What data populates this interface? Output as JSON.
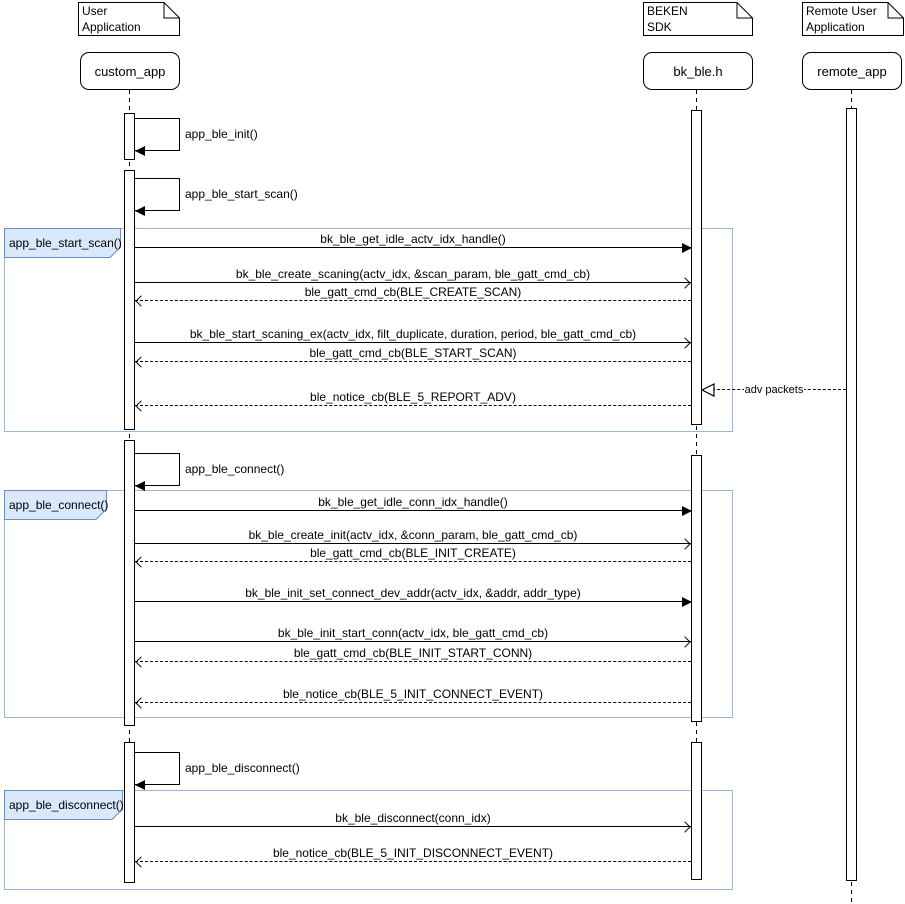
{
  "participants": {
    "custom": {
      "note1": "User",
      "note2": "Application",
      "box": "custom_app"
    },
    "bk": {
      "note1": "BEKEN",
      "note2": "SDK",
      "box": "bk_ble.h"
    },
    "remote": {
      "note1": "Remote User",
      "note2": "Application",
      "box": "remote_app"
    }
  },
  "frames": {
    "scan": "app_ble_start_scan()",
    "connect": "app_ble_connect()",
    "disconnect": "app_ble_disconnect()"
  },
  "messages": {
    "init_self": "app_ble_init()",
    "start_scan_self": "app_ble_start_scan()",
    "get_idle_actv": "bk_ble_get_idle_actv_idx_handle()",
    "create_scaning": "bk_ble_create_scaning(actv_idx, &scan_param, ble_gatt_cmd_cb)",
    "cb_create_scan": "ble_gatt_cmd_cb(BLE_CREATE_SCAN)",
    "start_scaning_ex": "bk_ble_start_scaning_ex(actv_idx, filt_duplicate, duration, period, ble_gatt_cmd_cb)",
    "cb_start_scan": "ble_gatt_cmd_cb(BLE_START_SCAN)",
    "adv_packets": "adv packets",
    "notice_report_adv": "ble_notice_cb(BLE_5_REPORT_ADV)",
    "connect_self": "app_ble_connect()",
    "get_idle_conn": "bk_ble_get_idle_conn_idx_handle()",
    "create_init": "bk_ble_create_init(actv_idx, &conn_param, ble_gatt_cmd_cb)",
    "cb_init_create": "ble_gatt_cmd_cb(BLE_INIT_CREATE)",
    "set_connect_dev_addr": "bk_ble_init_set_connect_dev_addr(actv_idx, &addr, addr_type)",
    "init_start_conn": "bk_ble_init_start_conn(actv_idx, ble_gatt_cmd_cb)",
    "cb_init_start_conn": "ble_gatt_cmd_cb(BLE_INIT_START_CONN)",
    "notice_connect_event": "ble_notice_cb(BLE_5_INIT_CONNECT_EVENT)",
    "disconnect_self": "app_ble_disconnect()",
    "bk_disconnect": "bk_ble_disconnect(conn_idx)",
    "notice_disconnect_event": "ble_notice_cb(BLE_5_INIT_DISCONNECT_EVENT)"
  },
  "colors": {
    "frame_border": "#9db5d6",
    "frame_label_fill": "#dae8fc",
    "frame_label_border": "#6c8ebf",
    "line": "#000000"
  }
}
